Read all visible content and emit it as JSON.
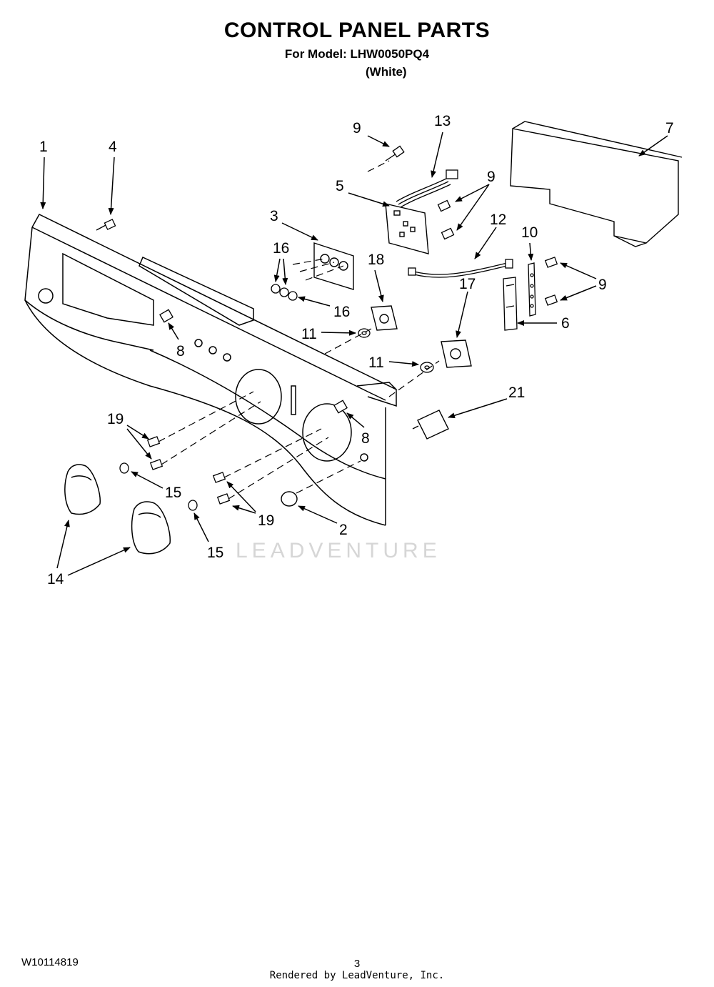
{
  "header": {
    "title": "CONTROL PANEL PARTS",
    "model_line": "For Model: LHW0050PQ4",
    "color_line": "(White)"
  },
  "watermark": "LEADVENTURE",
  "callouts": {
    "c1": "1",
    "c4": "4",
    "c9a": "9",
    "c13": "13",
    "c7": "7",
    "c5": "5",
    "c9b": "9",
    "c3": "3",
    "c12": "12",
    "c10": "10",
    "c16a": "16",
    "c18": "18",
    "c9c": "9",
    "c16b": "16",
    "c17": "17",
    "c6": "6",
    "c8a": "8",
    "c11a": "11",
    "c11b": "11",
    "c21": "21",
    "c19a": "19",
    "c8b": "8",
    "c15a": "15",
    "c19b": "19",
    "c2": "2",
    "c15b": "15",
    "c14": "14"
  },
  "footer": {
    "doc_number": "W10114819",
    "page_number": "3",
    "rendered_by": "Rendered by LeadVenture, Inc."
  }
}
